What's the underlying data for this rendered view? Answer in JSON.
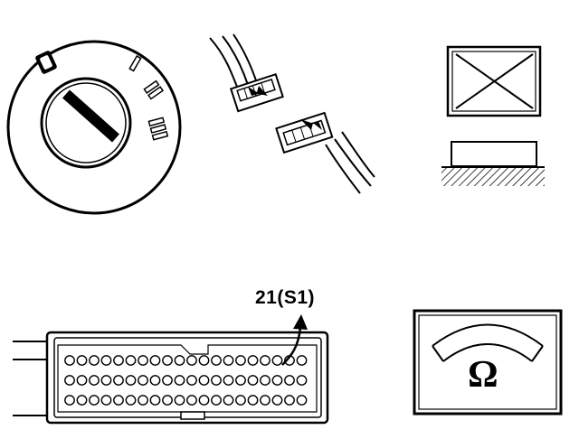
{
  "illustrations": {
    "ignition_switch": {
      "positions": [
        "0",
        "I",
        "II",
        "III"
      ],
      "selected_position": "0"
    },
    "connector_action": "disconnect",
    "ecu_connector": {
      "pin_callout": "21(S1)"
    },
    "ohmmeter": {
      "unit_symbol": "Ω"
    }
  },
  "icons": [
    "ignition-switch-icon",
    "disconnect-connector-icon",
    "do-not-crossed-box-icon",
    "component-on-ground-icon",
    "ecu-connector-icon",
    "ohmmeter-icon"
  ]
}
